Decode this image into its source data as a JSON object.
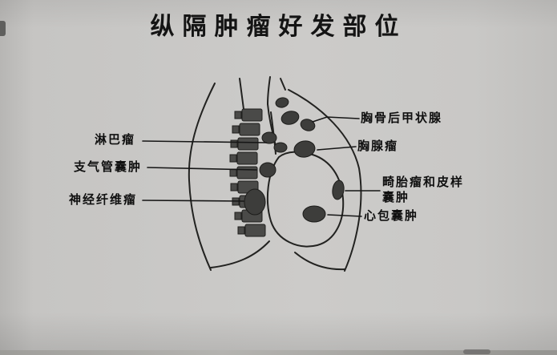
{
  "title": "纵隔肿瘤好发部位",
  "labels": {
    "retrosternal_thyroid": "胸骨后甲状腺",
    "thymoma": "胸腺瘤",
    "lymphoma": "淋巴瘤",
    "bronchogenic_cyst": "支气管囊肿",
    "neurofibroma": "神经纤维瘤",
    "teratoma_dermoid_cyst": "畸胎瘤和皮样囊肿",
    "pericardial_cyst": "心包囊肿"
  },
  "colors": {
    "background": "#c8c7c5",
    "ink": "#1c1c1c",
    "shade": "#454545"
  }
}
